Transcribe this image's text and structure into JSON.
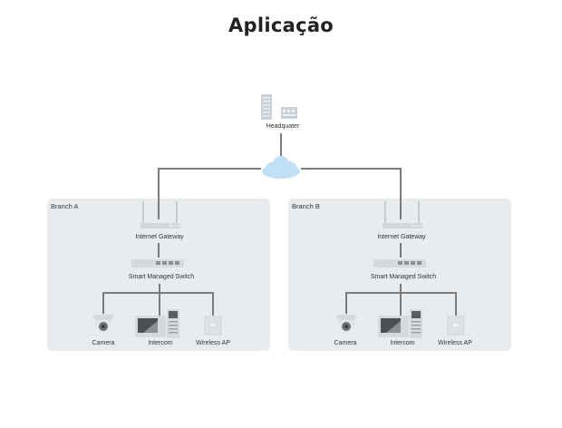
{
  "title": "Aplicação",
  "diagram": {
    "headquarter": {
      "label": "Headquater"
    },
    "cloud": {
      "icon": "cloud-icon",
      "color": "#bfe0f5"
    },
    "branches": [
      {
        "name": "Branch A",
        "gateway": "Internet Gateway",
        "switch": "Smart Managed Switch",
        "devices": [
          "Camera",
          "Intercom",
          "Wireless AP"
        ]
      },
      {
        "name": "Branch B",
        "gateway": "Internet Gateway",
        "switch": "Smart Managed Switch",
        "devices": [
          "Camera",
          "Intercom",
          "Wireless AP"
        ]
      }
    ],
    "colors": {
      "panel": "#e9ecee",
      "line": "#7c7c7c",
      "device": "#d6d9dc"
    }
  }
}
